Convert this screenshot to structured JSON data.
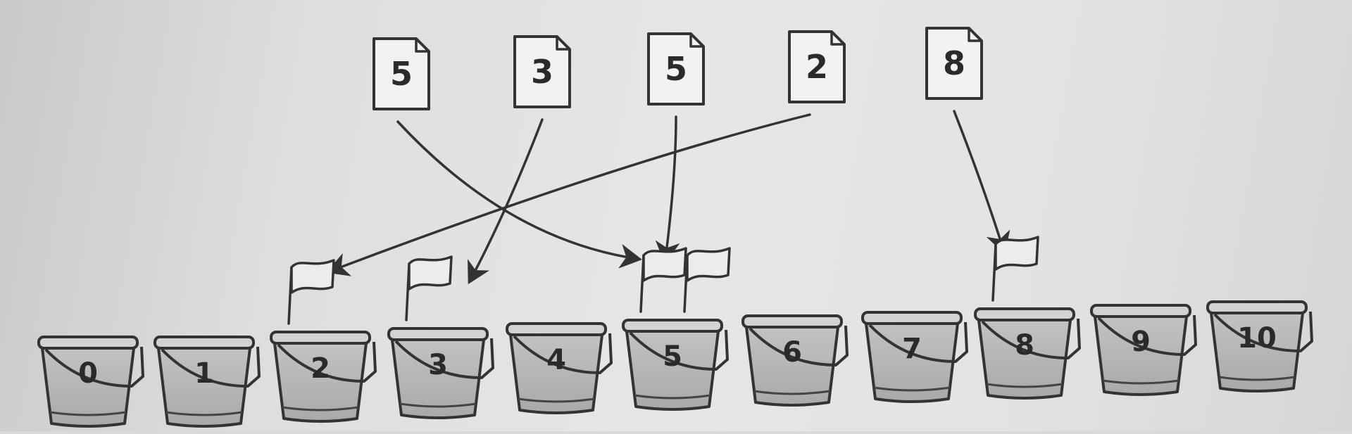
{
  "cards": [
    {
      "label": "5",
      "target_bucket": 5
    },
    {
      "label": "3",
      "target_bucket": 3
    },
    {
      "label": "5",
      "target_bucket": 5
    },
    {
      "label": "2",
      "target_bucket": 2
    },
    {
      "label": "8",
      "target_bucket": 8
    }
  ],
  "buckets": [
    {
      "label": "0",
      "flags": 0
    },
    {
      "label": "1",
      "flags": 0
    },
    {
      "label": "2",
      "flags": 1
    },
    {
      "label": "3",
      "flags": 1
    },
    {
      "label": "4",
      "flags": 0
    },
    {
      "label": "5",
      "flags": 2
    },
    {
      "label": "6",
      "flags": 0
    },
    {
      "label": "7",
      "flags": 0
    },
    {
      "label": "8",
      "flags": 1
    },
    {
      "label": "9",
      "flags": 0
    },
    {
      "label": "10",
      "flags": 0
    }
  ]
}
